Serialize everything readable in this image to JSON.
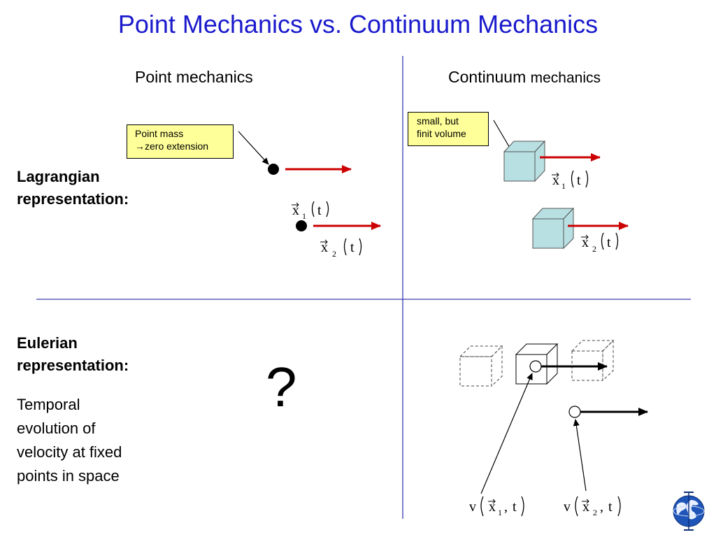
{
  "title": "Point Mechanics vs. Continuum Mechanics",
  "columns": {
    "left": "Point mechanics",
    "right_main": "Continuum ",
    "right_small": "mechanics"
  },
  "rows": {
    "lagrangian": [
      "Lagrangian",
      "representation:"
    ],
    "eulerian": [
      "Eulerian",
      "representation:"
    ],
    "eulerian_desc": [
      "Temporal",
      "evolution of",
      "velocity at fixed",
      "points in space"
    ]
  },
  "notes": {
    "point_mass": [
      "Point mass",
      "→zero extension"
    ],
    "small_volume": [
      "small, but",
      "finit volume"
    ]
  },
  "question_mark": "?",
  "math": {
    "x_var": "x",
    "t_var": "t",
    "v_var": "v",
    "comma": ",",
    "sub1": "1",
    "sub2": "2"
  },
  "colors": {
    "title": "#1a1acc",
    "divider": "#3b3bb5",
    "arrow_red": "#cc0000",
    "note_bg": "#ffff99",
    "cube_face": "#b8e0e2"
  },
  "icons": [
    "globe-logo-icon"
  ]
}
